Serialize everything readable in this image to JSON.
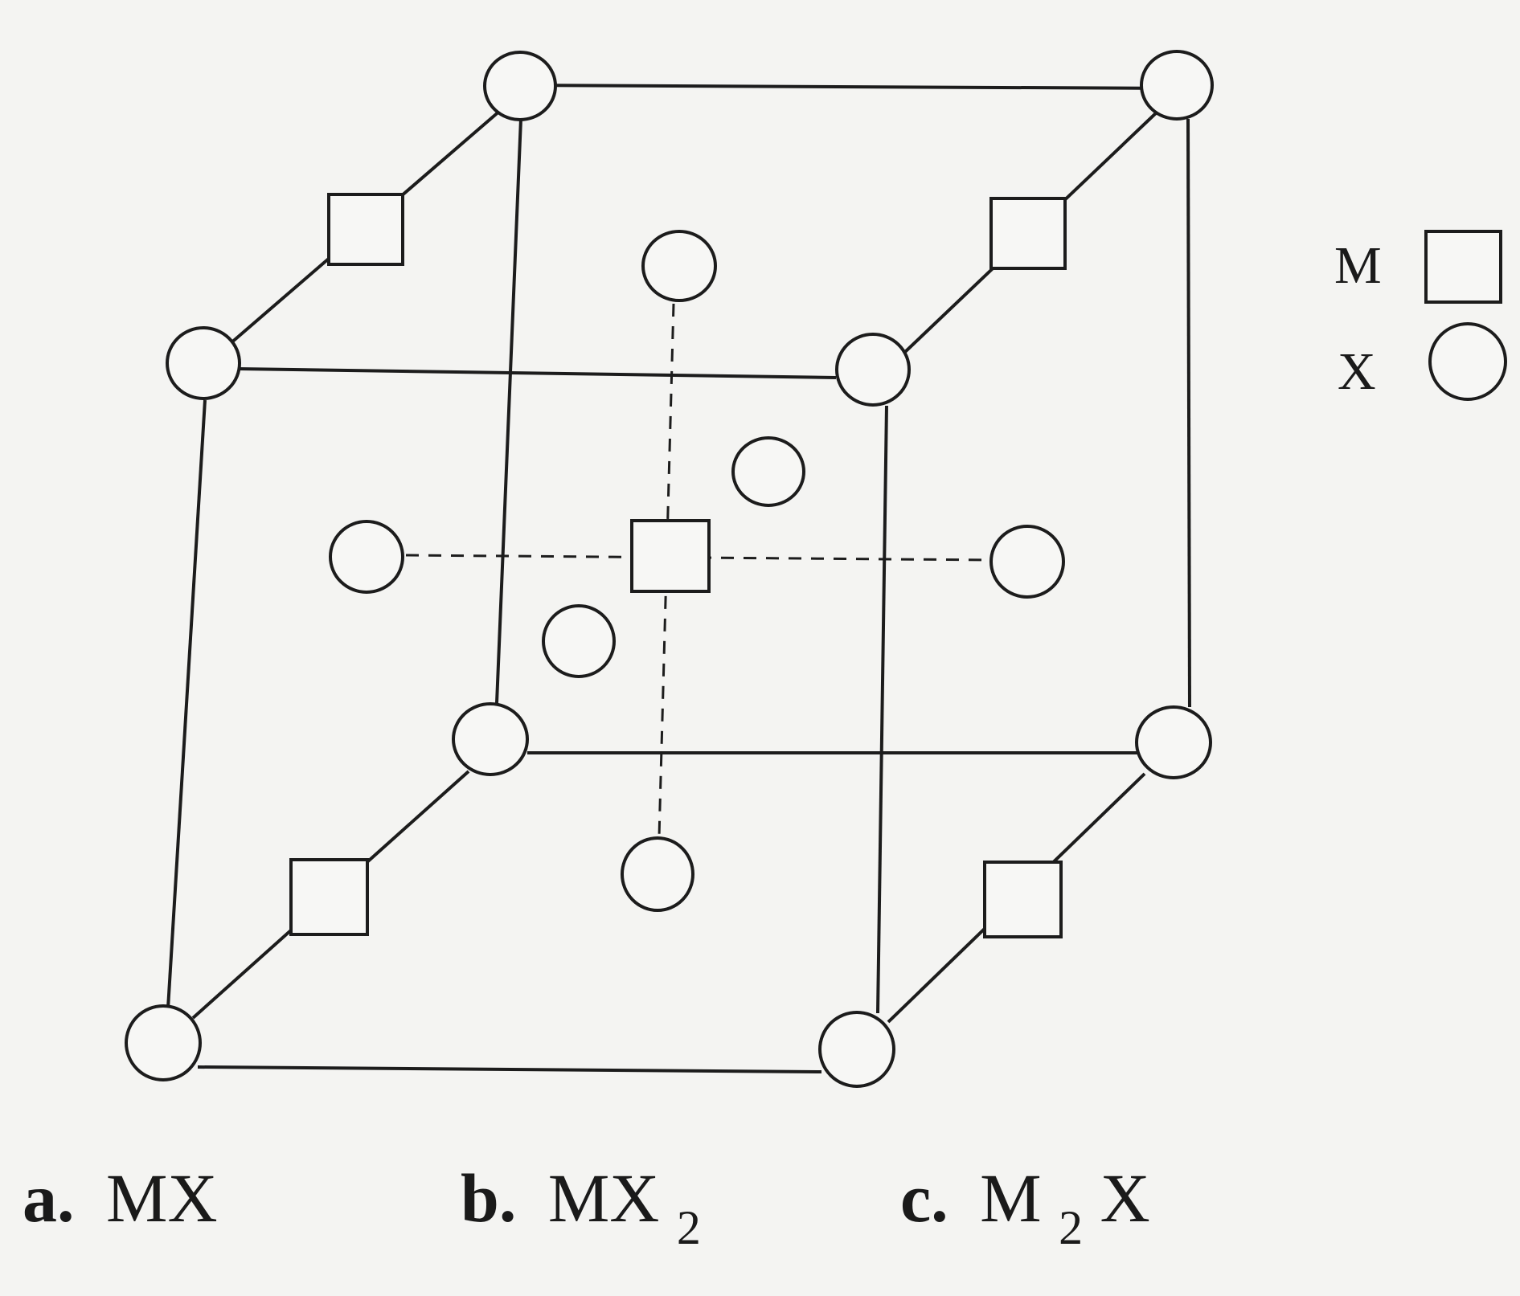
{
  "legend": {
    "m_label": "M",
    "x_label": "X",
    "m_shape": "square",
    "x_shape": "circle"
  },
  "options": [
    {
      "letter": "a.",
      "formula": "MX",
      "subscript": ""
    },
    {
      "letter": "b.",
      "formula": "MX",
      "subscript": "2"
    },
    {
      "letter": "c.",
      "formula_pre": "M",
      "subscript": "2",
      "formula_post": "X"
    }
  ],
  "colors": {
    "ink": "#1c1c1c",
    "paper": "#f4f4f2"
  }
}
